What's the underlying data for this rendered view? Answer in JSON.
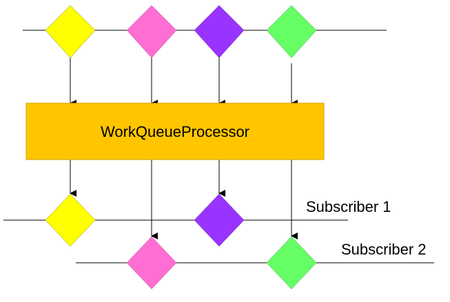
{
  "processor": {
    "label": "WorkQueueProcessor",
    "fill": "#ffc600",
    "stroke": "#d4a100"
  },
  "subscribers": [
    {
      "label": "Subscriber 1"
    },
    {
      "label": "Subscriber 2"
    }
  ],
  "colors": {
    "yellow": "#ffff00",
    "pink": "#ff6ed3",
    "purple": "#9933ff",
    "green": "#66ff66",
    "line": "#000000"
  },
  "streams": {
    "input": [
      "yellow",
      "pink",
      "purple",
      "green"
    ],
    "subscriber_1": [
      "yellow",
      "purple"
    ],
    "subscriber_2": [
      "pink",
      "green"
    ]
  }
}
